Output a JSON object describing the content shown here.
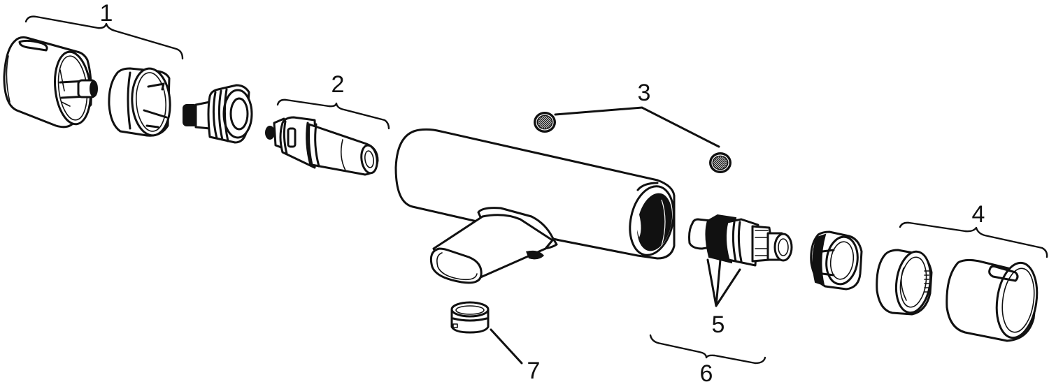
{
  "diagram": {
    "type": "exploded-parts-view",
    "subject": "wall-mounted thermostatic bath mixer",
    "background_color": "#ffffff",
    "line_color": "#111111"
  },
  "callouts": [
    {
      "id": "1",
      "label": "1",
      "target": "temperature handle assembly (handle cap, adapter, spindle extension)",
      "pointer": "brace"
    },
    {
      "id": "2",
      "label": "2",
      "target": "thermostatic cartridge",
      "pointer": "brace"
    },
    {
      "id": "3",
      "label": "3",
      "target": "inlet filter screens (x2)",
      "pointer": "leader-lines"
    },
    {
      "id": "4",
      "label": "4",
      "target": "flow control handle assembly (adapter ring, handle cap)",
      "pointer": "brace"
    },
    {
      "id": "5",
      "label": "5",
      "target": "O-rings on diverter/flow cartridge",
      "pointer": "leader-lines"
    },
    {
      "id": "6",
      "label": "6",
      "target": "flow control cartridge with nut",
      "pointer": "brace"
    },
    {
      "id": "7",
      "label": "7",
      "target": "spout aerator / bushing",
      "pointer": "leader-line"
    }
  ],
  "parts": [
    {
      "name": "handle-cap-left"
    },
    {
      "name": "handle-adapter-left"
    },
    {
      "name": "spindle-extension"
    },
    {
      "name": "thermostatic-cartridge"
    },
    {
      "name": "mixer-body-with-spout"
    },
    {
      "name": "filter-screen-upper"
    },
    {
      "name": "filter-screen-lower"
    },
    {
      "name": "flow-cartridge"
    },
    {
      "name": "cartridge-nut"
    },
    {
      "name": "handle-adapter-right"
    },
    {
      "name": "handle-cap-right"
    },
    {
      "name": "aerator-ring"
    }
  ]
}
